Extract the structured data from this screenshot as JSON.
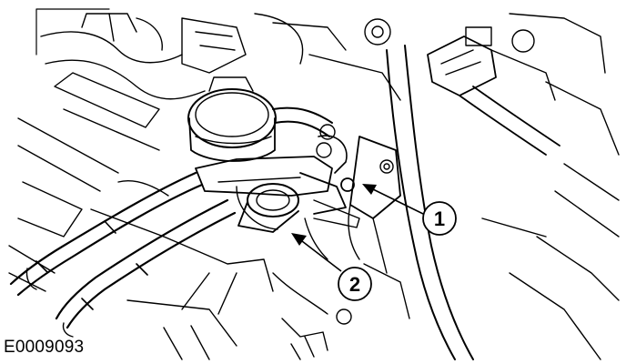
{
  "figure": {
    "reference_id": "E0009093"
  },
  "callouts": [
    {
      "number": "1"
    },
    {
      "number": "2"
    }
  ],
  "colors": {
    "line": "#000000",
    "background": "#ffffff"
  }
}
